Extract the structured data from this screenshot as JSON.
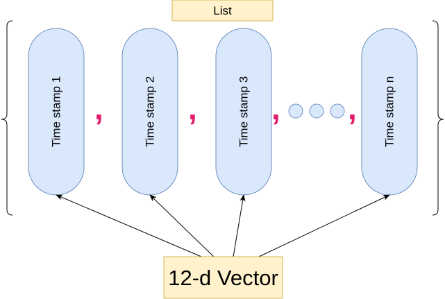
{
  "title": "List",
  "timestamps": [
    "Time stamp 1",
    "Time stamp 2",
    "Time stamp 3",
    "Time stamp n"
  ],
  "separator": ",",
  "vector_label": "12-d Vector",
  "colors": {
    "pill_fill": "#dae8fc",
    "pill_stroke": "#6c8ebf",
    "box_fill": "#fff2cc",
    "box_stroke": "#d6b656",
    "comma": "#e3196b",
    "arrow": "#000000",
    "brace": "#000000"
  }
}
